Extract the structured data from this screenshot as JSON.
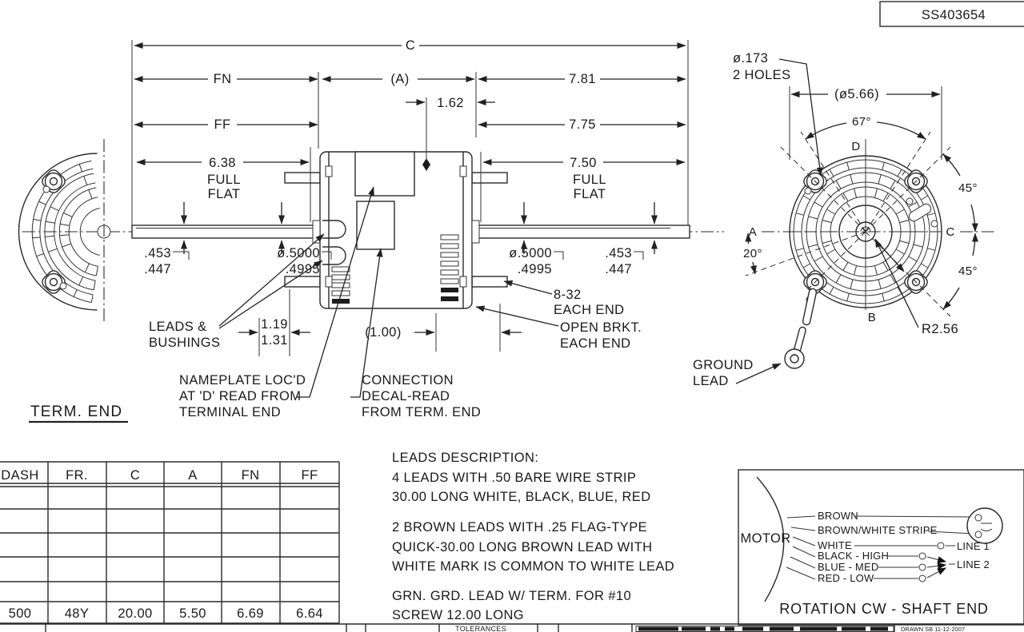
{
  "doc_number": "SS403654",
  "side_view": {
    "view_label": "TERM. END",
    "dim_c": "C",
    "dim_fn": "FN",
    "dim_a": "(A)",
    "dim_781": "7.81",
    "dim_162": "1.62",
    "dim_ff": "FF",
    "dim_775": "7.75",
    "dim_638": "6.38",
    "dim_750": "7.50",
    "full": "FULL",
    "flat": "FLAT",
    "shaft_dia_hi": "ø.5000",
    "shaft_dia_lo": ".4995",
    "flat_depth_hi": ".453",
    "flat_depth_lo": ".447",
    "dim_119": "1.19",
    "dim_131": "1.31",
    "dim_100": "(1.00)",
    "note_leads1": "LEADS &",
    "note_leads2": "BUSHINGS",
    "note_stud1": "8-32",
    "note_stud2": "EACH END",
    "note_brkt1": "OPEN BRKT.",
    "note_brkt2": "EACH END",
    "note_nameplate1": "NAMEPLATE LOC'D",
    "note_nameplate2": "AT 'D' READ FROM",
    "note_nameplate3": "TERMINAL END",
    "note_decal1": "CONNECTION",
    "note_decal2": "DECAL-READ",
    "note_decal3": "FROM TERM. END"
  },
  "end_view": {
    "holes1": "ø.173",
    "holes2": "2 HOLES",
    "bolt_dia": "(ø5.66)",
    "angle_67": "67°",
    "angle_45": "45°",
    "angle_20": "20°",
    "radius": "R2.56",
    "axis_a": "A",
    "axis_b": "B",
    "axis_c": "C",
    "axis_d": "D",
    "ground1": "GROUND",
    "ground2": "LEAD"
  },
  "table": {
    "headers": [
      "DASH",
      "FR.",
      "C",
      "A",
      "FN",
      "FF"
    ],
    "row": [
      "500",
      "48Y",
      "20.00",
      "5.50",
      "6.69",
      "6.64"
    ]
  },
  "leads_description": {
    "title": "LEADS DESCRIPTION:",
    "l1": "4 LEADS WITH .50 BARE WIRE STRIP",
    "l2": "30.00 LONG WHITE, BLACK, BLUE, RED",
    "l3": "2 BROWN LEADS WITH .25 FLAG-TYPE",
    "l4": "QUICK-30.00 LONG BROWN LEAD WITH",
    "l5": "WHITE MARK IS COMMON TO WHITE LEAD",
    "l6": "GRN. GRD. LEAD W/ TERM. FOR #10",
    "l7": "SCREW 12.00 LONG"
  },
  "wiring": {
    "motor": "MOTOR",
    "lead_brown": "BROWN",
    "lead_brown_white": "BROWN/WHITE STRIPE",
    "lead_white": "WHITE",
    "lead_black": "BLACK - HIGH",
    "lead_blue": "BLUE - MED",
    "lead_red": "RED - LOW",
    "line1": "LINE 1",
    "line2": "LINE 2",
    "rotation": "ROTATION CW - SHAFT END"
  },
  "title_strip": {
    "tolerances": "TOLERANCES",
    "drawn": "DRAWN SB 11-12-2007"
  }
}
